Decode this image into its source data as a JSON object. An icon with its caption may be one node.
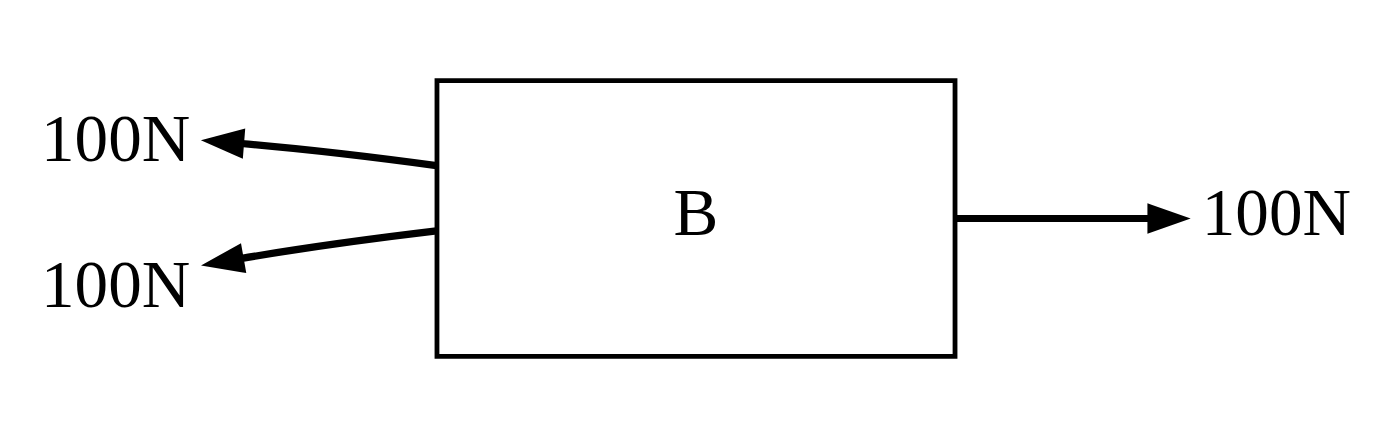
{
  "diagram": {
    "nodes": [
      {
        "text": [
          "B"
        ]
      },
      {
        "text": [
          "100N"
        ]
      },
      {
        "text": [
          "100N"
        ]
      },
      {
        "text": [
          "100N"
        ]
      }
    ],
    "edges": [
      {
        "from": 0,
        "to": 1,
        "arrow": "to"
      },
      {
        "from": 0,
        "to": 2,
        "arrow": "to"
      },
      {
        "from": 0,
        "to": 3,
        "arrow": "to"
      }
    ]
  }
}
